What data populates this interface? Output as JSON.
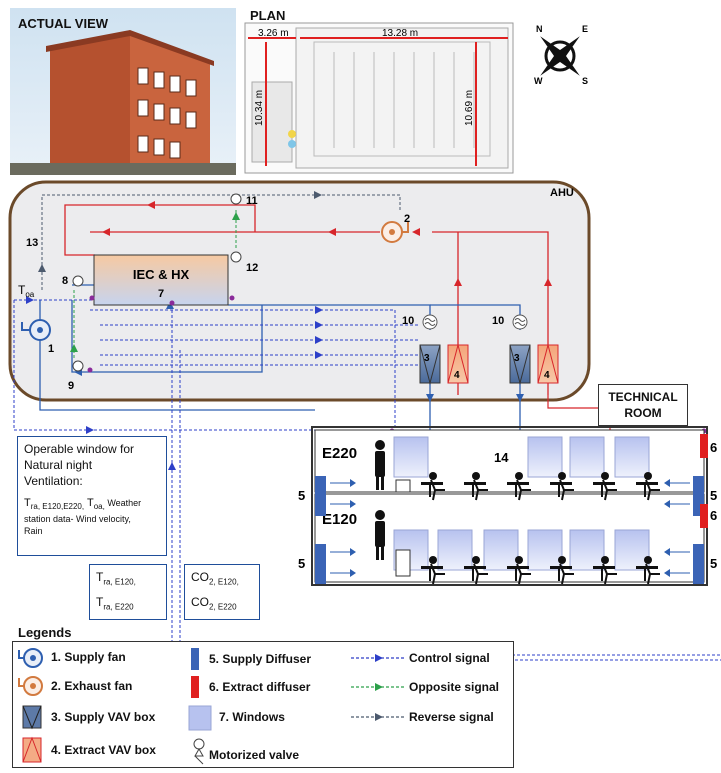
{
  "actual_view": {
    "title": "ACTUAL VIEW"
  },
  "plan": {
    "title": "PLAN",
    "dim_left": "3.26 m",
    "dim_top": "13.28 m",
    "dim_v1": "10.34 m",
    "dim_v2": "10.69 m"
  },
  "compass": {
    "n": "N",
    "e": "E",
    "s": "S",
    "w": "W"
  },
  "ahu": {
    "title": "AHU",
    "iec_line1": "IEC & HX",
    "iec_line2": "7",
    "toa_main": "T",
    "toa_sub": "oa",
    "numbers": {
      "n1": "1",
      "n2": "2",
      "n3a": "3",
      "n3b": "3",
      "n4a": "4",
      "n4b": "4",
      "n8": "8",
      "n9": "9",
      "n10a": "10",
      "n10b": "10",
      "n11": "11",
      "n12": "12",
      "n13": "13"
    }
  },
  "operable_window": {
    "line1": "Operable window for",
    "line2": "Natural night",
    "line3": "Ventilation:",
    "tra": "T",
    "tra_sub": "ra, E120,E220,",
    "toa": " T",
    "toa_sub": "oa,",
    "weather": " Weather",
    "line5": "station data- Wind velocity,",
    "line6": "Rain"
  },
  "tra_box": {
    "t1": "T",
    "s1": "ra, E120,",
    "t2": "T",
    "s2": "ra, E220"
  },
  "co2_box": {
    "t1": "CO",
    "s1": "2, E120,",
    "t2": "CO",
    "s2": "2, E220"
  },
  "technical_room": {
    "line1": "TECHNICAL",
    "line2": "ROOM"
  },
  "rooms": {
    "upper": {
      "name": "E220",
      "label_14": "14",
      "left_5": "5",
      "right_5": "5",
      "right_6": "6"
    },
    "lower": {
      "name": "E120",
      "left_5": "5",
      "right_5": "5",
      "right_6": "6"
    }
  },
  "legends": {
    "title": "Legends",
    "supply_fan": "1. Supply fan",
    "exhaust_fan": "2. Exhaust fan",
    "supply_vav": "3. Supply VAV box",
    "extract_vav": "4. Extract VAV box",
    "supply_diffuser": "5. Supply Diffuser",
    "extract_diffuser": "6. Extract diffuser",
    "windows": "7. Windows",
    "motorized_valve": "Motorized valve",
    "control_signal": "Control signal",
    "opposite_signal": "Opposite signal",
    "reverse_signal": "Reverse signal"
  },
  "colors": {
    "supply": "#2e5fb0",
    "exhaust": "#d7262b",
    "control": "#2d3fc8",
    "opposite": "#2ca04a",
    "reverse": "#4c5a6e",
    "ahu_bg": "#ececee",
    "ahu_border": "#6b4a2a"
  }
}
